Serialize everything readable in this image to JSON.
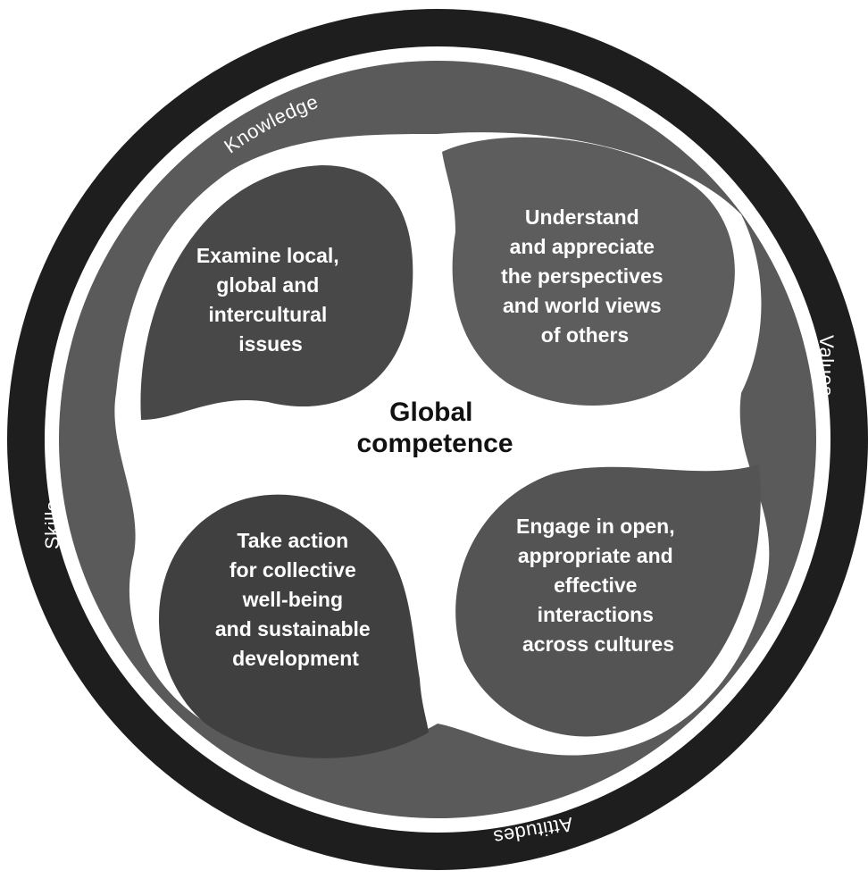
{
  "ring_labels": {
    "knowledge": "Knowledge",
    "values": "Values",
    "attitudes": "Attitudes",
    "skills": "Skills"
  },
  "center": {
    "line1": "Global",
    "line2": "competence"
  },
  "dimensions": {
    "examine": [
      "Examine local,",
      "global and",
      "intercultural",
      "issues"
    ],
    "understand": [
      "Understand",
      "and appreciate",
      "the perspectives",
      "and world views",
      "of others"
    ],
    "engage": [
      "Engage in open,",
      "appropriate and",
      "effective",
      "interactions",
      "across cultures"
    ],
    "act": [
      "Take action",
      "for collective",
      "well-being",
      "and sustainable",
      "development"
    ]
  },
  "colors": {
    "outer_ring": "#1e1e1e",
    "inner_disc": "#5a5a5a",
    "bubble_examine": "#484848",
    "bubble_understand": "#5d5d5d",
    "bubble_engage": "#545454",
    "bubble_act": "#404040",
    "swirl": "#ffffff"
  }
}
